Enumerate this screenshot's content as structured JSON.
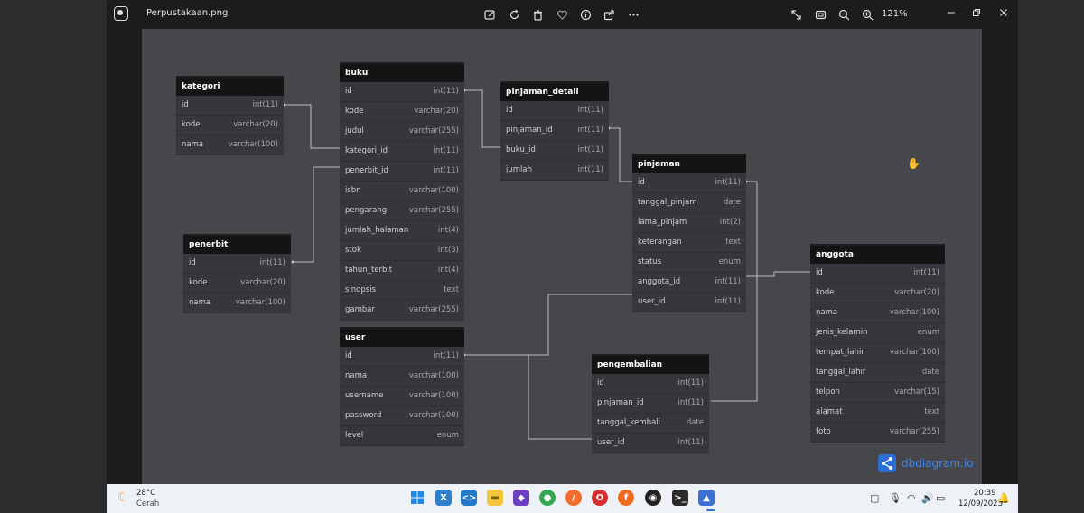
{
  "window": {
    "title": "Perpustakaan.png",
    "zoom": "121%"
  },
  "tables": {
    "kategori": {
      "name": "kategori",
      "fields": [
        {
          "name": "id",
          "type": "int(11)"
        },
        {
          "name": "kode",
          "type": "varchar(20)"
        },
        {
          "name": "nama",
          "type": "varchar(100)"
        }
      ]
    },
    "penerbit": {
      "name": "penerbit",
      "fields": [
        {
          "name": "id",
          "type": "int(11)"
        },
        {
          "name": "kode",
          "type": "varchar(20)"
        },
        {
          "name": "nama",
          "type": "varchar(100)"
        }
      ]
    },
    "buku": {
      "name": "buku",
      "fields": [
        {
          "name": "id",
          "type": "int(11)"
        },
        {
          "name": "kode",
          "type": "varchar(20)"
        },
        {
          "name": "judul",
          "type": "varchar(255)"
        },
        {
          "name": "kategori_id",
          "type": "int(11)"
        },
        {
          "name": "penerbit_id",
          "type": "int(11)"
        },
        {
          "name": "isbn",
          "type": "varchar(100)"
        },
        {
          "name": "pengarang",
          "type": "varchar(255)"
        },
        {
          "name": "jumlah_halaman",
          "type": "int(4)"
        },
        {
          "name": "stok",
          "type": "int(3)"
        },
        {
          "name": "tahun_terbit",
          "type": "int(4)"
        },
        {
          "name": "sinopsis",
          "type": "text"
        },
        {
          "name": "gambar",
          "type": "varchar(255)"
        }
      ]
    },
    "user": {
      "name": "user",
      "fields": [
        {
          "name": "id",
          "type": "int(11)"
        },
        {
          "name": "nama",
          "type": "varchar(100)"
        },
        {
          "name": "username",
          "type": "varchar(100)"
        },
        {
          "name": "password",
          "type": "varchar(100)"
        },
        {
          "name": "level",
          "type": "enum"
        }
      ]
    },
    "pinjaman_detail": {
      "name": "pinjaman_detail",
      "fields": [
        {
          "name": "id",
          "type": "int(11)"
        },
        {
          "name": "pinjaman_id",
          "type": "int(11)"
        },
        {
          "name": "buku_id",
          "type": "int(11)"
        },
        {
          "name": "jumlah",
          "type": "int(11)"
        }
      ]
    },
    "pinjaman": {
      "name": "pinjaman",
      "fields": [
        {
          "name": "id",
          "type": "int(11)"
        },
        {
          "name": "tanggal_pinjam",
          "type": "date"
        },
        {
          "name": "lama_pinjam",
          "type": "int(2)"
        },
        {
          "name": "keterangan",
          "type": "text"
        },
        {
          "name": "status",
          "type": "enum"
        },
        {
          "name": "anggota_id",
          "type": "int(11)"
        },
        {
          "name": "user_id",
          "type": "int(11)"
        }
      ]
    },
    "pengembalian": {
      "name": "pengembalian",
      "fields": [
        {
          "name": "id",
          "type": "int(11)"
        },
        {
          "name": "pinjaman_id",
          "type": "int(11)"
        },
        {
          "name": "tanggal_kembali",
          "type": "date"
        },
        {
          "name": "user_id",
          "type": "int(11)"
        }
      ]
    },
    "anggota": {
      "name": "anggota",
      "fields": [
        {
          "name": "id",
          "type": "int(11)"
        },
        {
          "name": "kode",
          "type": "varchar(20)"
        },
        {
          "name": "nama",
          "type": "varchar(100)"
        },
        {
          "name": "jenis_kelamin",
          "type": "enum"
        },
        {
          "name": "tempat_lahir",
          "type": "varchar(100)"
        },
        {
          "name": "tanggal_lahir",
          "type": "date"
        },
        {
          "name": "telpon",
          "type": "varchar(15)"
        },
        {
          "name": "alamat",
          "type": "text"
        },
        {
          "name": "foto",
          "type": "varchar(255)"
        }
      ]
    }
  },
  "logo": {
    "text": "dbdiagram.io",
    "color": "#3b86ff"
  },
  "taskbar": {
    "weather_temp": "28°C",
    "weather_desc": "Cerah",
    "time": "20:39",
    "date": "12/09/2023"
  },
  "colors": {
    "canvas": "#45474b",
    "table_header": "#141414",
    "table_body": "#36373c",
    "link": "#bfbfbf"
  }
}
